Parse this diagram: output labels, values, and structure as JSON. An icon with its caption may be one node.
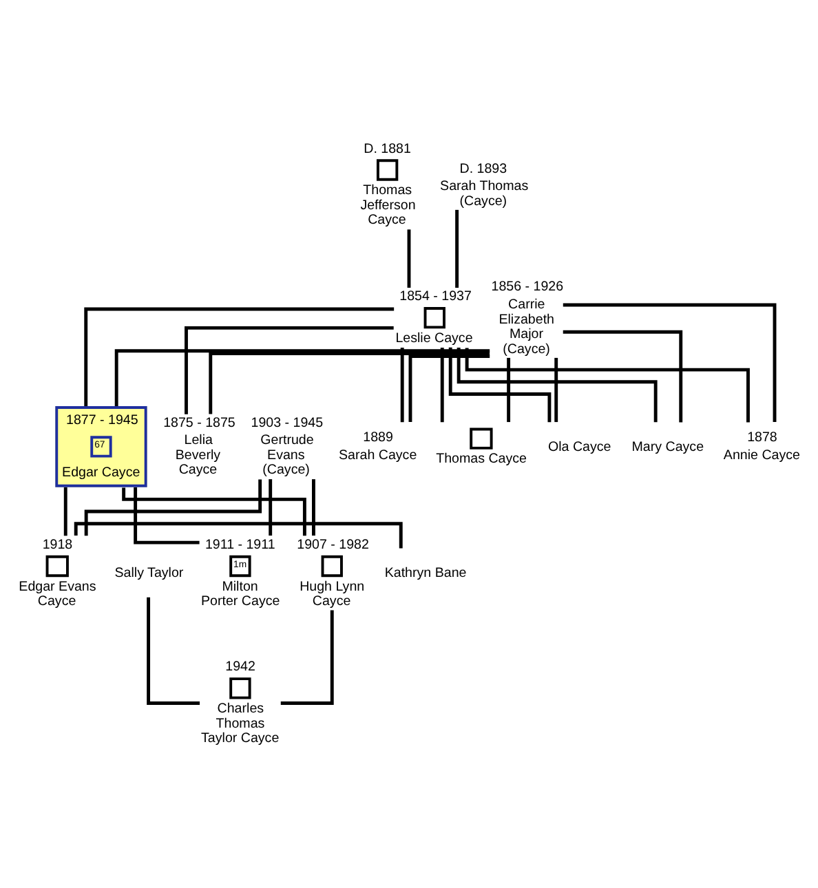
{
  "diagram": {
    "nodes": [
      {
        "text": [
          "D. 1881",
          "Thomas Jefferson Cayce"
        ]
      },
      {
        "text": [
          "D. 1893",
          "Sarah Thomas (Cayce)"
        ]
      },
      {
        "text": [
          "1854 - 1937",
          "Leslie Cayce"
        ]
      },
      {
        "text": [
          "1856 - 1926",
          "Carrie Elizabeth Major (Cayce)"
        ]
      },
      {
        "text": [
          "1875 - 1875",
          "Lelia Beverly Cayce"
        ]
      },
      {
        "text": [
          "1877 - 1945",
          "67",
          "Edgar Cayce"
        ]
      },
      {
        "text": [
          "1878",
          "Annie Cayce"
        ]
      },
      {
        "text": [
          "Mary Cayce"
        ]
      },
      {
        "text": [
          "Ola Cayce"
        ]
      },
      {
        "text": [
          "1889",
          "Sarah Cayce"
        ]
      },
      {
        "text": [
          "Thomas Cayce"
        ]
      },
      {
        "text": [
          "1903 - 1945",
          "Gertrude Evans (Cayce)"
        ]
      },
      {
        "text": [
          "1907 - 1982",
          "Hugh Lynn Cayce"
        ]
      },
      {
        "text": [
          "Sally Taylor"
        ]
      },
      {
        "text": [
          "1911 - 1911",
          "1m",
          "Milton Porter Cayce"
        ]
      },
      {
        "text": [
          "1918",
          "Edgar Evans Cayce"
        ]
      },
      {
        "text": [
          "Kathryn Bane"
        ]
      },
      {
        "text": [
          "1942",
          "Charles Thomas Taylor Cayce"
        ]
      }
    ],
    "edges": [
      {
        "from": 0,
        "to": 2,
        "arrow": "none"
      },
      {
        "from": 1,
        "to": 2,
        "arrow": "none"
      },
      {
        "from": 2,
        "to": 4,
        "arrow": "none"
      },
      {
        "from": 3,
        "to": 4,
        "arrow": "none"
      },
      {
        "from": 2,
        "to": 5,
        "arrow": "none"
      },
      {
        "from": 3,
        "to": 5,
        "arrow": "none"
      },
      {
        "from": 2,
        "to": 6,
        "arrow": "none"
      },
      {
        "from": 3,
        "to": 6,
        "arrow": "none"
      },
      {
        "from": 2,
        "to": 7,
        "arrow": "none"
      },
      {
        "from": 3,
        "to": 7,
        "arrow": "none"
      },
      {
        "from": 2,
        "to": 8,
        "arrow": "none"
      },
      {
        "from": 3,
        "to": 8,
        "arrow": "none"
      },
      {
        "from": 2,
        "to": 9,
        "arrow": "none"
      },
      {
        "from": 3,
        "to": 9,
        "arrow": "none"
      },
      {
        "from": 2,
        "to": 10,
        "arrow": "none"
      },
      {
        "from": 3,
        "to": 10,
        "arrow": "none"
      },
      {
        "from": 5,
        "to": 12,
        "arrow": "none"
      },
      {
        "from": 11,
        "to": 12,
        "arrow": "none"
      },
      {
        "from": 5,
        "to": 14,
        "arrow": "none"
      },
      {
        "from": 11,
        "to": 14,
        "arrow": "none"
      },
      {
        "from": 5,
        "to": 15,
        "arrow": "none"
      },
      {
        "from": 11,
        "to": 15,
        "arrow": "none"
      },
      {
        "from": 12,
        "to": 17,
        "arrow": "none"
      },
      {
        "from": 13,
        "to": 17,
        "arrow": "none"
      },
      {
        "from": 15,
        "to": 16,
        "arrow": "none"
      }
    ]
  }
}
